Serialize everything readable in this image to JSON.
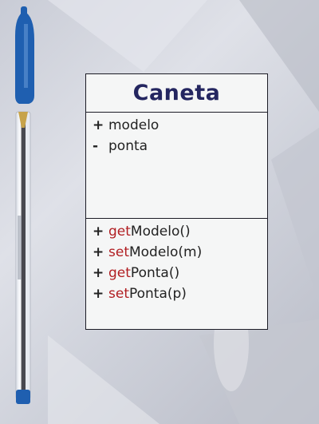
{
  "diagram": {
    "class_name": "Caneta",
    "attributes": [
      {
        "visibility": "+",
        "name": "modelo"
      },
      {
        "visibility": "-",
        "name": "ponta"
      }
    ],
    "methods": [
      {
        "visibility": "+",
        "prefix": "get",
        "rest": "Modelo()"
      },
      {
        "visibility": "+",
        "prefix": "set",
        "rest": "Modelo(m)"
      },
      {
        "visibility": "+",
        "prefix": "get",
        "rest": "Ponta()"
      },
      {
        "visibility": "+",
        "prefix": "set",
        "rest": "Ponta(p)"
      }
    ]
  },
  "colors": {
    "title": "#242660",
    "accessor_prefix": "#b11e22",
    "pen_cap": "#1f5fb0"
  },
  "pen_icon": "ballpoint-pen-icon"
}
